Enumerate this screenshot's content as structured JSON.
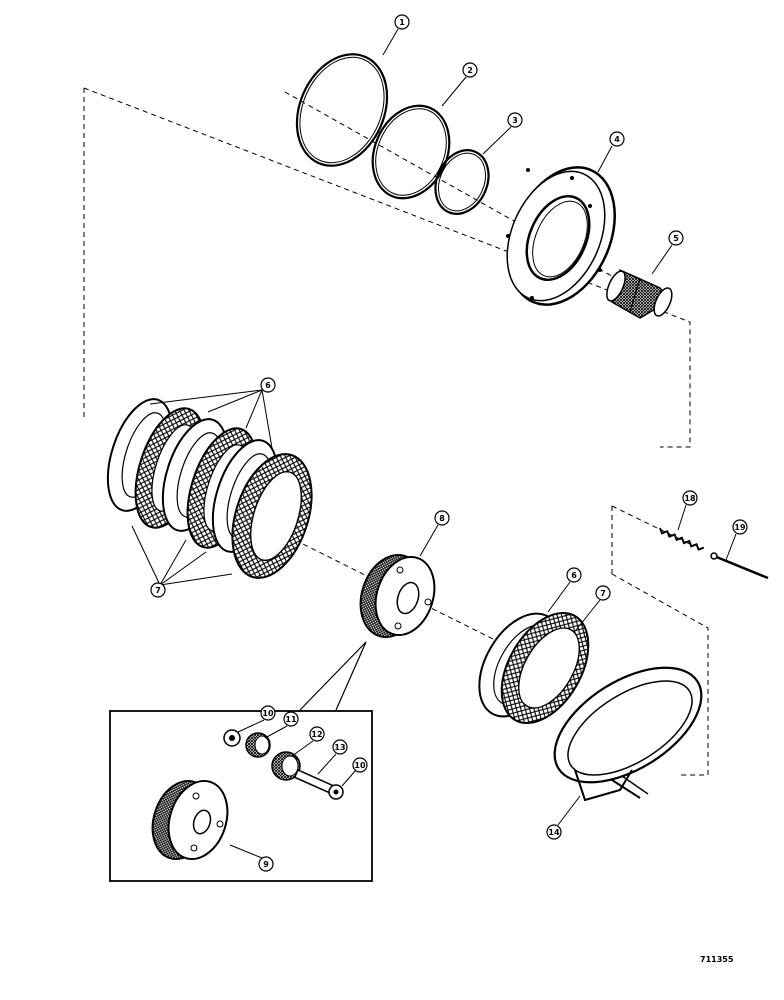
{
  "diagram": {
    "callouts": [
      {
        "id": "c1",
        "label": "1",
        "part": "outer-ring"
      },
      {
        "id": "c2",
        "label": "2",
        "part": "middle-ring"
      },
      {
        "id": "c3",
        "label": "3",
        "part": "inner-ring"
      },
      {
        "id": "c4",
        "label": "4",
        "part": "piston"
      },
      {
        "id": "c5",
        "label": "5",
        "part": "splined-shaft"
      },
      {
        "id": "c6a",
        "label": "6",
        "part": "steel-plates"
      },
      {
        "id": "c7a",
        "label": "7",
        "part": "friction-discs"
      },
      {
        "id": "c8a",
        "label": "8",
        "part": "carrier-assembly"
      },
      {
        "id": "c6b",
        "label": "6",
        "part": "steel-plate"
      },
      {
        "id": "c7b",
        "label": "7",
        "part": "friction-disc"
      },
      {
        "id": "c18",
        "label": "18",
        "part": "spring"
      },
      {
        "id": "c19",
        "label": "19",
        "part": "pin"
      },
      {
        "id": "c14",
        "label": "14",
        "part": "brake-band"
      },
      {
        "id": "c10a",
        "label": "10",
        "part": "thrust-washer"
      },
      {
        "id": "c11",
        "label": "11",
        "part": "pinion-gear"
      },
      {
        "id": "c12",
        "label": "12",
        "part": "pinion-gear"
      },
      {
        "id": "c13",
        "label": "13",
        "part": "pinion-shaft"
      },
      {
        "id": "c10b",
        "label": "10",
        "part": "thrust-washer"
      },
      {
        "id": "c9",
        "label": "9",
        "part": "carrier"
      }
    ],
    "reference_code": "711355"
  }
}
